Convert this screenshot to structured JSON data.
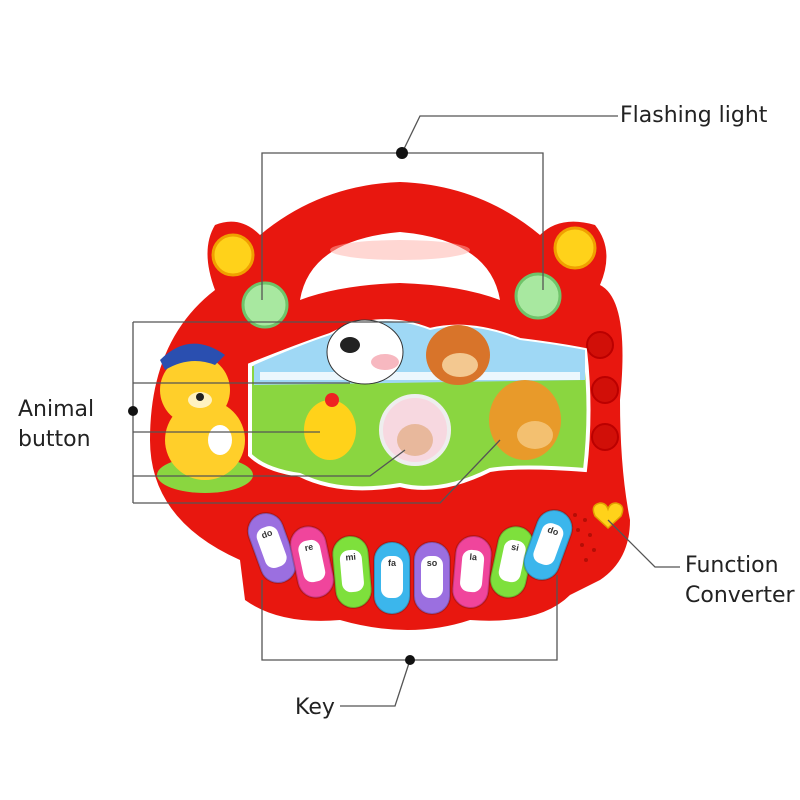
{
  "labels": {
    "flashing_light": "Flashing light",
    "animal_button_line1": "Animal",
    "animal_button_line2": "button",
    "function_line1": "Function",
    "function_line2": "Converter",
    "key": "Key"
  },
  "keys": [
    {
      "note": "do",
      "color": "#9b6fe0"
    },
    {
      "note": "re",
      "color": "#f0459c"
    },
    {
      "note": "mi",
      "color": "#7ee03c"
    },
    {
      "note": "fa",
      "color": "#3bb6ec"
    },
    {
      "note": "so",
      "color": "#9b6fe0"
    },
    {
      "note": "la",
      "color": "#f0459c"
    },
    {
      "note": "si",
      "color": "#7ee03c"
    },
    {
      "note": "do",
      "color": "#3bb6ec"
    }
  ],
  "colors": {
    "body": "#e8170f",
    "light": "#a8e8a0",
    "button": "#ffd21a"
  }
}
